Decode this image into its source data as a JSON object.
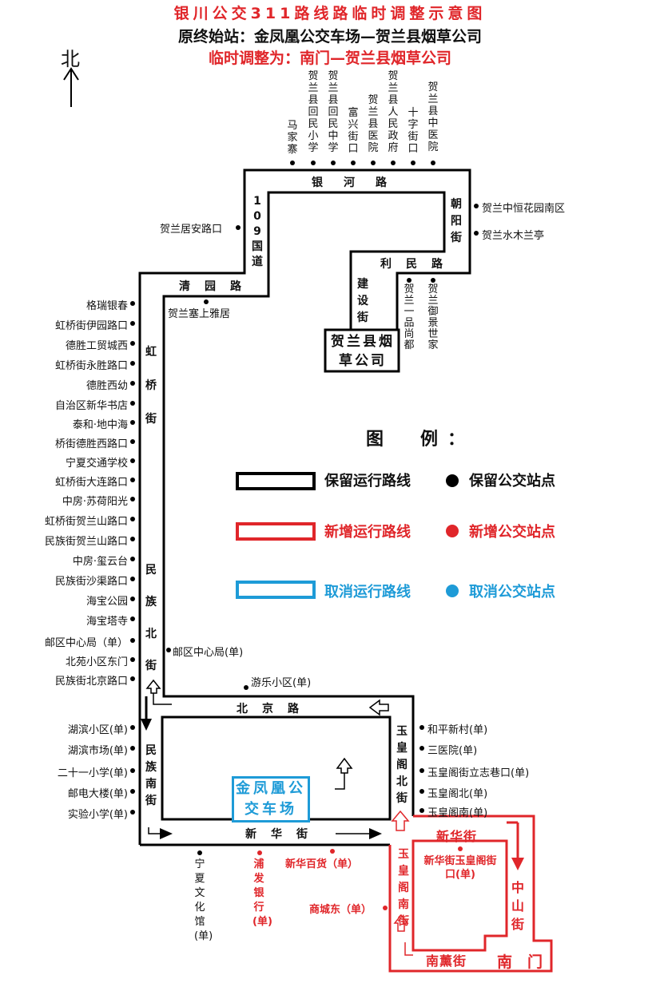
{
  "header": {
    "title": "银川公交311路线路临时调整示意图",
    "original_route": "原终始站：金凤凰公交车场—贺兰县烟草公司",
    "temp_route": "临时调整为：南门—贺兰县烟草公司"
  },
  "compass": {
    "label": "北"
  },
  "colors": {
    "keep": "#000000",
    "new": "#e0262a",
    "cancel": "#1e9bd7"
  },
  "roads": {
    "yinhe": "银　河　路",
    "chaoyang": "朝阳街",
    "limin": "利　民　路",
    "jianshe": "建设街",
    "guodao109": "109国道",
    "qingyuan": "清　园　路",
    "hongqiao": "虹桥街",
    "minzubei": "民族北街",
    "beijing": "北　京　路",
    "minzunan": "民族南街",
    "xinhua": "新　华　街",
    "yuhuangbei": "玉皇阁北街",
    "yuhuangnan": "玉皇阁南街",
    "nanxun": "南薰街",
    "zhongshan": "中山街",
    "xinhua_new": "新华街"
  },
  "places": {
    "terminal_yancao": "贺兰县烟草公司",
    "terminal_depot": "金凤凰公交车场",
    "nanmen": "南　门"
  },
  "stops": {
    "top": [
      "马家寨",
      "贺兰县回民小学",
      "贺兰县回民中学",
      "富兴街口",
      "贺兰县医院",
      "贺兰县人民政府",
      "十字街口",
      "贺兰县中医院"
    ],
    "right_top": [
      "贺兰中恒花园南区",
      "贺兰水木兰亭"
    ],
    "limin_below": [
      "贺兰一品尚都",
      "贺兰御景世家"
    ],
    "guodao": "贺兰居安路口",
    "qingyuan": "贺兰塞上雅居",
    "left_column": [
      "格瑞银春",
      "虹桥街伊园路口",
      "德胜工贸城西",
      "虹桥街永胜路口",
      "德胜西幼",
      "自治区新华书店",
      "泰和·地中海",
      "桥街德胜西路口",
      "宁夏交通学校",
      "虹桥街大连路口",
      "中房·苏荷阳光",
      "虹桥街贺兰山路口",
      "民族街贺兰山路口",
      "中房·玺云台",
      "民族街沙渠路口",
      "海宝公园",
      "海宝塔寺",
      "邮区中心局（单）",
      "北苑小区东门",
      "民族街北京路口"
    ],
    "youqu_right": "邮区中心局(单)",
    "youle": "游乐小区(单)",
    "minzunan_left": [
      "湖滨小区(单)",
      "湖滨市场(单)",
      "二十一小学(单)",
      "邮电大楼(单)",
      "实验小学(单)"
    ],
    "yuhuang_right": [
      "和平新村(单)",
      "三医院(单)",
      "玉皇阁街立志巷口(单)",
      "玉皇阁北(单)",
      "玉皇阁南(单)"
    ],
    "ningxia_wenhua": "宁夏文化馆(单)",
    "pufa": "浦发银行(单)",
    "xinhua_baihuo": "新华百货（单）",
    "shangcheng": "商城东（单）",
    "xinhua_yuhuang": "新华街玉皇阁街口(单)"
  },
  "legend": {
    "title": "图　例：",
    "keep_route": "保留运行路线",
    "keep_stop": "保留公交站点",
    "new_route": "新增运行路线",
    "new_stop": "新增公交站点",
    "cancel_route": "取消运行路线",
    "cancel_stop": "取消公交站点"
  }
}
